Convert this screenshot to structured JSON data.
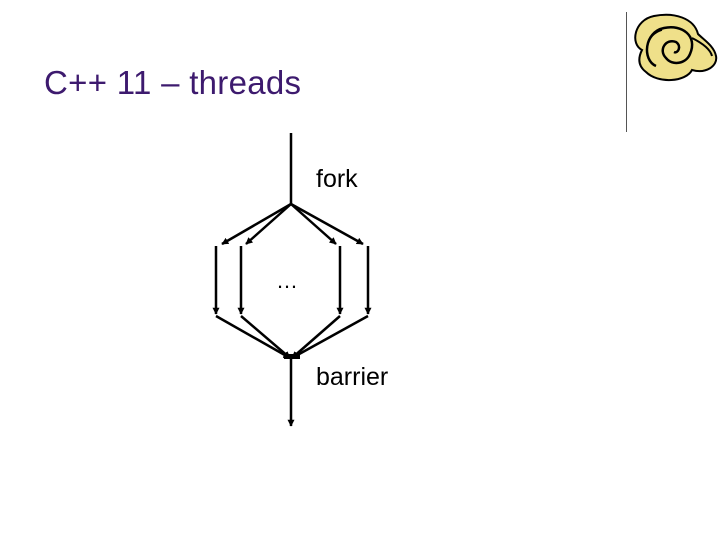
{
  "slide": {
    "title": "C++ 11 – threads",
    "title_color": "#3d1a6e",
    "logo_icon": "scroll-icon"
  },
  "diagram": {
    "fork_label": "fork",
    "barrier_label": "barrier",
    "ellipsis_label": "…",
    "thread_count": 4
  }
}
